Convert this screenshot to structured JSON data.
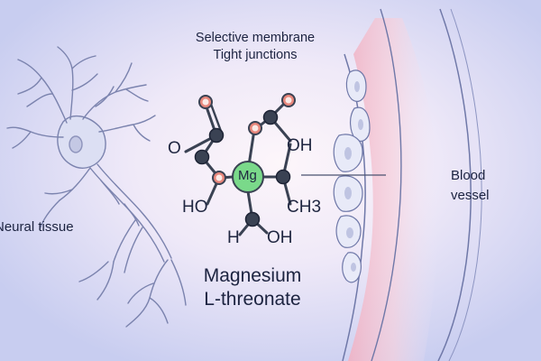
{
  "annotation": {
    "line1": "Selective membrane",
    "line2": "Tight junctions"
  },
  "labels": {
    "neural_tissue": "Neural tissue",
    "blood_vessel_1": "Blood",
    "blood_vessel_2": "vessel",
    "molecule_name_1": "Magnesium",
    "molecule_name_2": "L-threonate"
  },
  "molecule": {
    "center": "Mg",
    "groups": {
      "o_left": "O",
      "oh_right": "OH",
      "ho_left": "HO",
      "ch3": "CH3",
      "h_bottom": "H",
      "oh_bottom": "OH"
    }
  },
  "colors": {
    "background_left": "#c9cdf0",
    "background_center": "#fbf2f8",
    "magnesium": "#7ad98a",
    "oxygen": "#e8877c",
    "carbon": "#3a4253",
    "vessel_wall": "#e4e6f6",
    "blood": "#f2b8c8"
  }
}
